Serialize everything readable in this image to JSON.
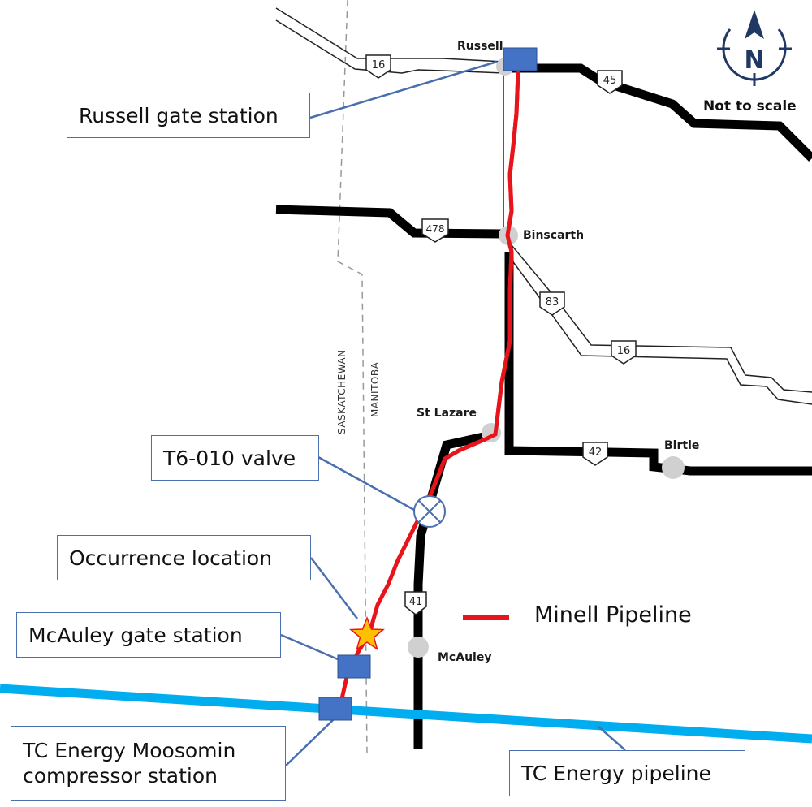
{
  "map": {
    "towns": [
      "Russell",
      "Binscarth",
      "St Lazare",
      "Birtle",
      "McAuley"
    ],
    "highways": [
      "16",
      "45",
      "478",
      "83",
      "16",
      "42",
      "41"
    ],
    "provinces": [
      "SASKATCHEWAN",
      "MANITOBA"
    ],
    "scale_note": "Not to scale",
    "north_label": "N"
  },
  "callouts": {
    "russell_gate": "Russell gate station",
    "valve": "T6-010 valve",
    "occurrence": "Occurrence location",
    "mcauley_gate": "McAuley gate station",
    "compressor_line1": "TC Energy Moosomin",
    "compressor_line2": "compressor station",
    "tc_pipeline": "TC Energy pipeline"
  },
  "legend": {
    "minell_label": "Minell Pipeline"
  },
  "colors": {
    "minell_pipeline": "#e8141c",
    "tc_pipeline": "#00aeef",
    "station": "#4472c4",
    "callout_line": "#4a6fae",
    "occurrence_star": "#ffc000",
    "compass": "#1f3864"
  }
}
